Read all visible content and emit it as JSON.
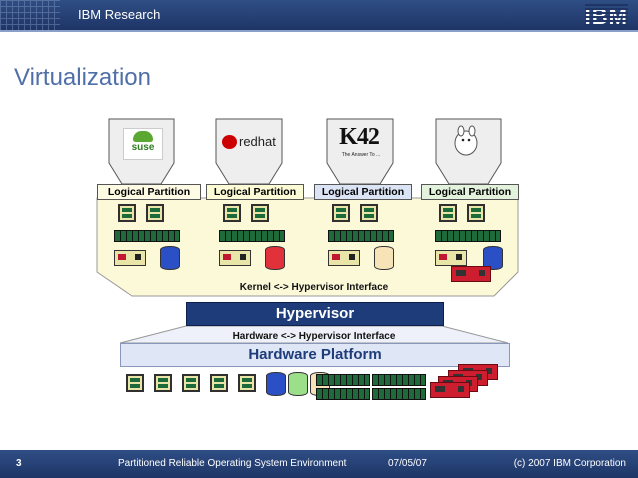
{
  "header": {
    "title": "IBM Research",
    "logo": "IBM"
  },
  "slide": {
    "title": "Virtualization"
  },
  "partitions": [
    {
      "label": "Logical Partition",
      "os_logo": "suse-logo",
      "logo_text": "suse",
      "color": "#fdfbe3"
    },
    {
      "label": "Logical Partition",
      "os_logo": "redhat-logo",
      "logo_text": "redhat",
      "color": "#fbfbd6"
    },
    {
      "label": "Logical Partition",
      "os_logo": "k42-logo",
      "logo_text": "K42",
      "logo_subtext": "The Answer To ...",
      "color": "#dbe4f5"
    },
    {
      "label": "Logical Partition",
      "os_logo": "linux-icon",
      "color": "#e3f2dc"
    }
  ],
  "diagram": {
    "kernel_interface": "Kernel <-> Hypervisor Interface",
    "hypervisor": "Hypervisor",
    "hardware_interface": "Hardware <-> Hypervisor Interface",
    "hardware_platform": "Hardware Platform"
  },
  "colors": {
    "accent": "#1f3c7a",
    "header": "#1e3566",
    "title": "#4f6fa8"
  },
  "footer": {
    "page": "3",
    "presentation": "Partitioned Reliable Operating System Environment",
    "date": "07/05/07",
    "copyright": "(c) 2007 IBM Corporation"
  }
}
